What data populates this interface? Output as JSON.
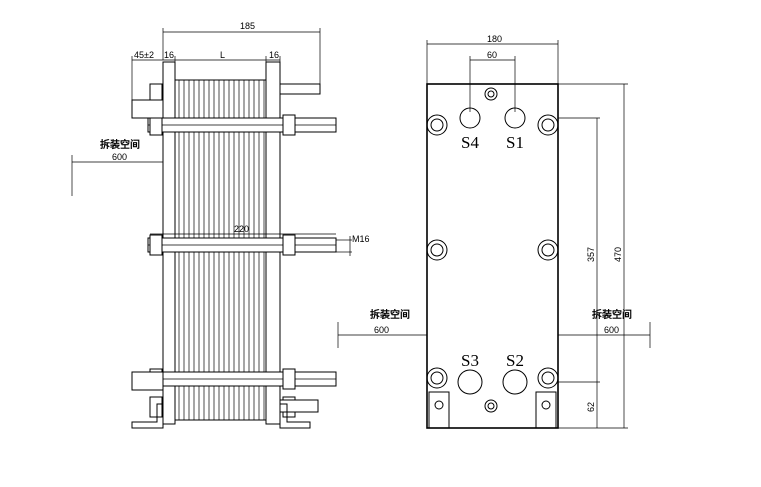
{
  "dimensions": {
    "overall_length": "185",
    "pressure_plate": "45±2",
    "frame_plate_left": "16",
    "frame_plate_right": "16",
    "plate_pack": "L",
    "bolt_spacing": "220",
    "bolt_size": "M16",
    "width": "180",
    "port_spacing": "60",
    "port_center_height": "357",
    "overall_height": "470",
    "bottom_offset": "62"
  },
  "clearance": {
    "label": "拆装空间",
    "left_side": "600",
    "right_left": "600",
    "right_right": "600"
  },
  "ports": {
    "s1": "S1",
    "s2": "S2",
    "s3": "S3",
    "s4": "S4"
  }
}
